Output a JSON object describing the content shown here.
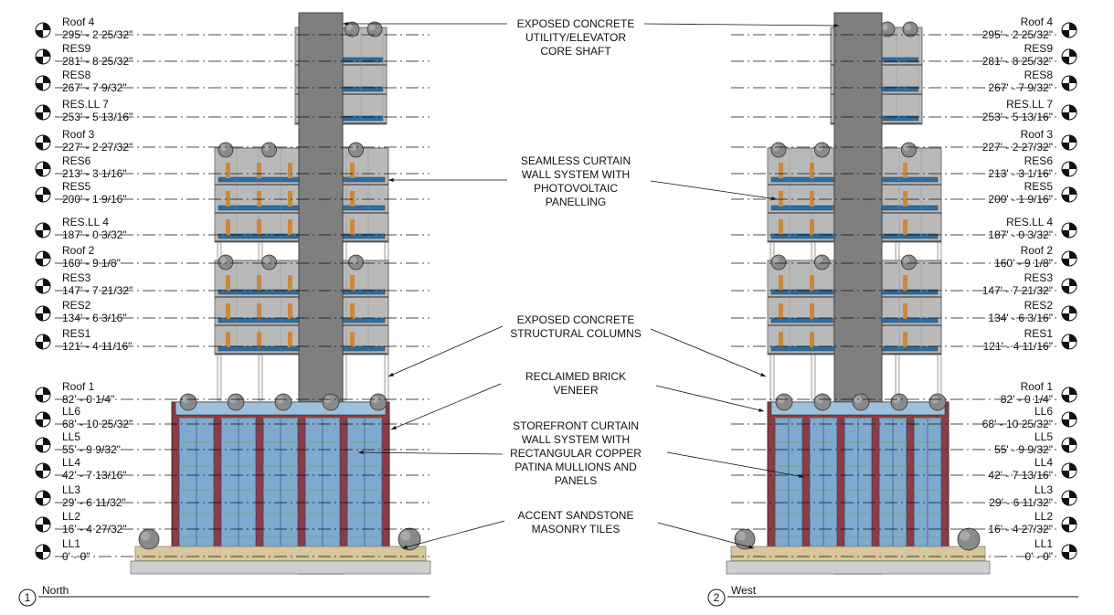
{
  "colors": {
    "line": "#111111",
    "concrete_core": "#7f7f7f",
    "upper_glass": "#b9b9b9",
    "pv_panel": "#2f6c9e",
    "brick": "#8e3b45",
    "storefront_glass": "#7fa9cf",
    "patina": "#7aa88f",
    "sandstone": "#d8c79a",
    "tree": "#8a8a8a"
  },
  "views": [
    {
      "id": "north",
      "number": "1",
      "title": "North"
    },
    {
      "id": "west",
      "number": "2",
      "title": "West"
    }
  ],
  "levels": [
    {
      "name": "Roof 4",
      "elev": "295' - 2 25/32\""
    },
    {
      "name": "RES9",
      "elev": "281' - 8 25/32\""
    },
    {
      "name": "RES8",
      "elev": "267' - 7 9/32\""
    },
    {
      "name": "RES.LL 7",
      "elev": "253' - 5 13/16\""
    },
    {
      "name": "Roof 3",
      "elev": "227' - 2 27/32\""
    },
    {
      "name": "RES6",
      "elev": "213' - 3 1/16\""
    },
    {
      "name": "RES5",
      "elev": "200' - 1 9/16\""
    },
    {
      "name": "RES.LL 4",
      "elev": "187' - 0 3/32\""
    },
    {
      "name": "Roof 2",
      "elev": "160' - 9 1/8\""
    },
    {
      "name": "RES3",
      "elev": "147' - 7 21/32\""
    },
    {
      "name": "RES2",
      "elev": "134' - 6 3/16\""
    },
    {
      "name": "RES1",
      "elev": "121' - 4 11/16\""
    },
    {
      "name": "Roof 1",
      "elev": "82' - 0 1/4\""
    },
    {
      "name": "LL6",
      "elev": "68' - 10 25/32\""
    },
    {
      "name": "LL5",
      "elev": "55' - 9 9/32\""
    },
    {
      "name": "LL4",
      "elev": "42' - 7 13/16\""
    },
    {
      "name": "LL3",
      "elev": "29' - 6 11/32\""
    },
    {
      "name": "LL2",
      "elev": "16' - 4 27/32\""
    },
    {
      "name": "LL1",
      "elev": "0' - 0\""
    }
  ],
  "callouts": [
    {
      "id": "core",
      "lines": [
        "EXPOSED CONCRETE",
        "UTILITY/ELEVATOR",
        "CORE SHAFT"
      ]
    },
    {
      "id": "curtain",
      "lines": [
        "SEAMLESS CURTAIN",
        "WALL SYSTEM WITH",
        "PHOTOVOLTAIC",
        "PANELLING"
      ]
    },
    {
      "id": "columns",
      "lines": [
        "EXPOSED CONCRETE",
        "STRUCTURAL COLUMNS"
      ]
    },
    {
      "id": "brick",
      "lines": [
        "RECLAIMED BRICK",
        "VENEER"
      ]
    },
    {
      "id": "storefront",
      "lines": [
        "STOREFRONT CURTAIN",
        "WALL SYSTEM WITH",
        "RECTANGULAR COPPER",
        "PATINA MULLIONS AND",
        "PANELS"
      ]
    },
    {
      "id": "sandstone",
      "lines": [
        "ACCENT SANDSTONE",
        "MASONRY TILES"
      ]
    }
  ]
}
